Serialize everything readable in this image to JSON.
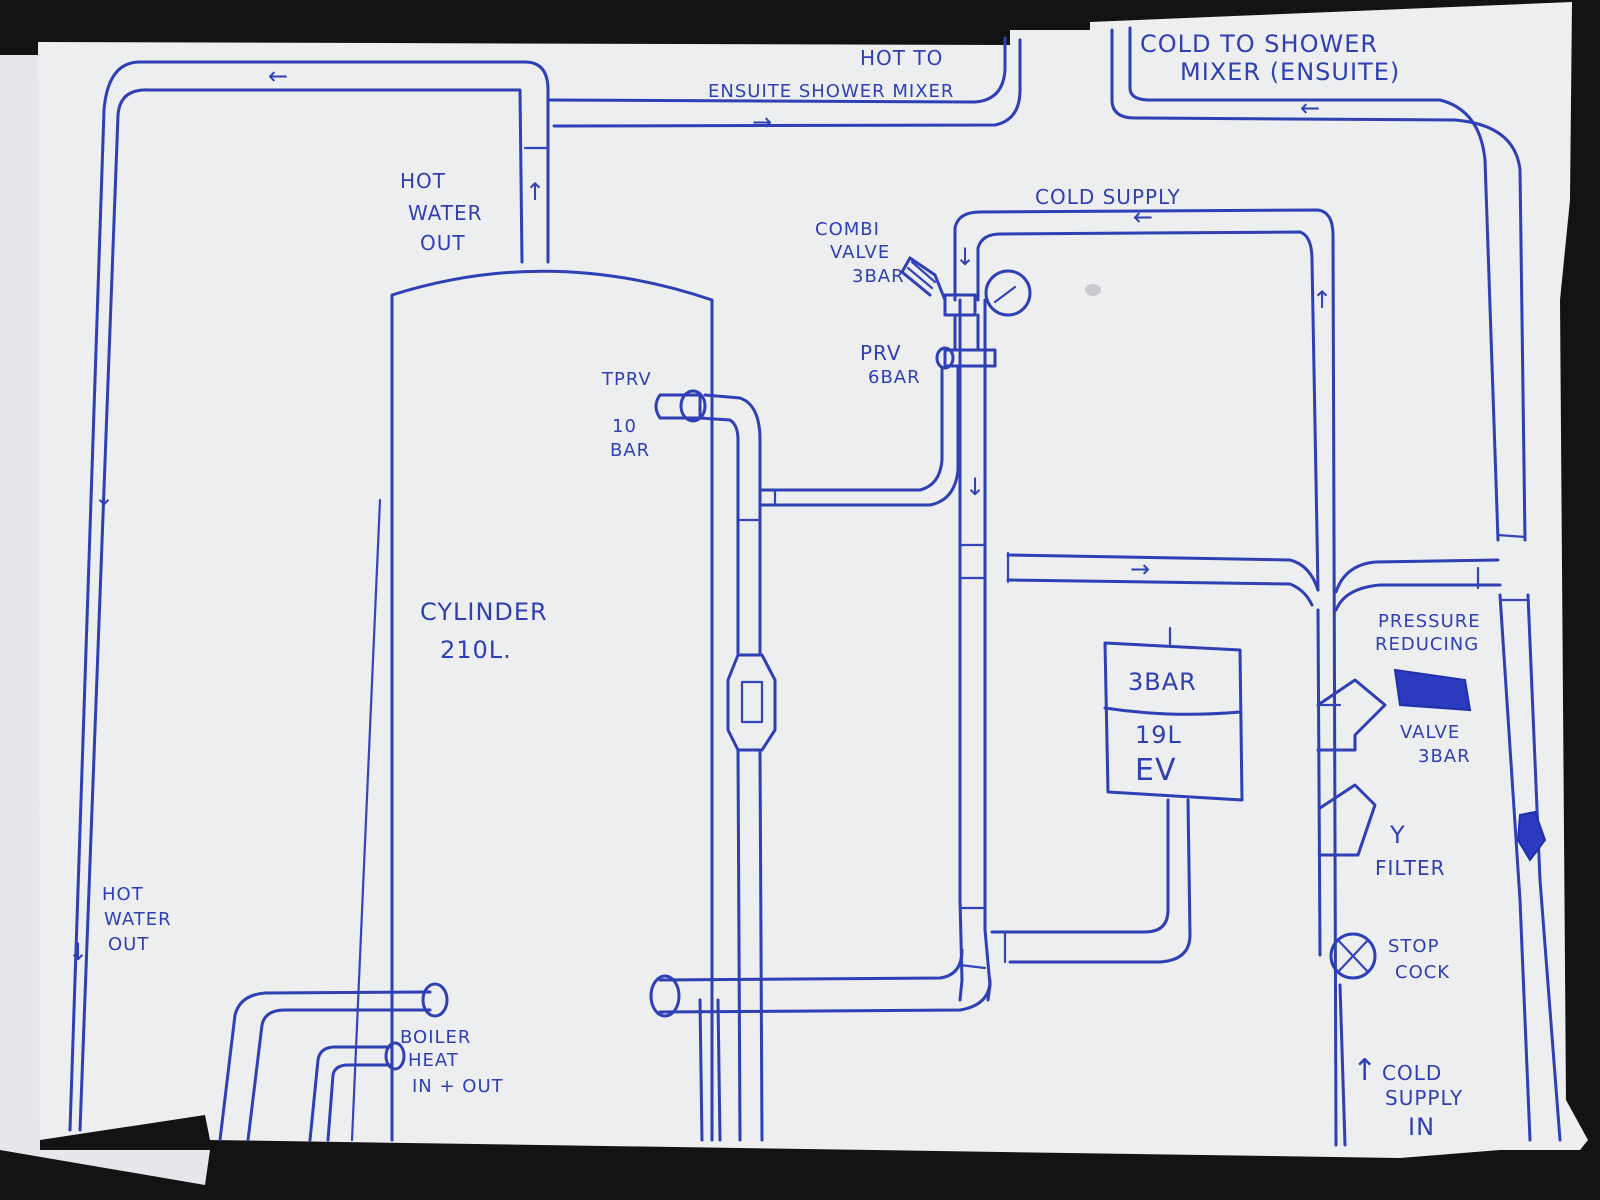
{
  "diagram": {
    "title": "Unvented hot water cylinder plumbing sketch",
    "ink_color": "#2f3fb4",
    "paper_color": "#eceef0",
    "background_color": "#141313",
    "labels": {
      "hot_to_ensuite_line1": "HOT TO",
      "hot_to_ensuite_line2": "ENSUITE SHOWER MIXER",
      "cold_to_shower_line1": "COLD TO SHOWER",
      "cold_to_shower_line2": "MIXER (ENSUITE)",
      "cold_supply_top": "COLD SUPPLY",
      "combi_valve_line1": "COMBI",
      "combi_valve_line2": "VALVE",
      "combi_valve_line3": "3BAR",
      "prv_line1": "PRV",
      "prv_line2": "6BAR",
      "tprv_line1": "TPRV",
      "tprv_line2": "10",
      "tprv_line3": "BAR",
      "hot_water_out_top_line1": "HOT",
      "hot_water_out_top_line2": "WATER",
      "hot_water_out_top_line3": "OUT",
      "cylinder_line1": "CYLINDER",
      "cylinder_line2": "210L.",
      "expansion_vessel_pressure": "3BAR",
      "expansion_vessel_volume": "19L",
      "expansion_vessel_type": "EV",
      "prv_reducing_line1": "PRESSURE",
      "prv_reducing_line2": "REDUCING",
      "prv_reducing_line3": "VALVE",
      "prv_reducing_line4": "3BAR",
      "y_filter_line1": "Y",
      "y_filter_line2": "FILTER",
      "stop_cock_line1": "STOP",
      "stop_cock_line2": "COCK",
      "cold_supply_in_line1": "COLD",
      "cold_supply_in_line2": "SUPPLY",
      "cold_supply_in_line3": "IN",
      "hot_water_out_bottom_line1": "HOT",
      "hot_water_out_bottom_line2": "WATER",
      "hot_water_out_bottom_line3": "OUT",
      "boiler_line1": "BOILER",
      "boiler_line2": "HEAT",
      "boiler_line3": "IN + OUT"
    },
    "arrows": {
      "top_loop": "←",
      "hot_to_ensuite": "→",
      "cold_to_shower": "←",
      "cold_supply": "←",
      "hot_water_up": "↑",
      "left_down": "↓",
      "combi_down": "↓",
      "cold_feed_down": "↓",
      "cross_flow": "→",
      "riser_up": "↑",
      "supply_in_up": "↑"
    }
  }
}
